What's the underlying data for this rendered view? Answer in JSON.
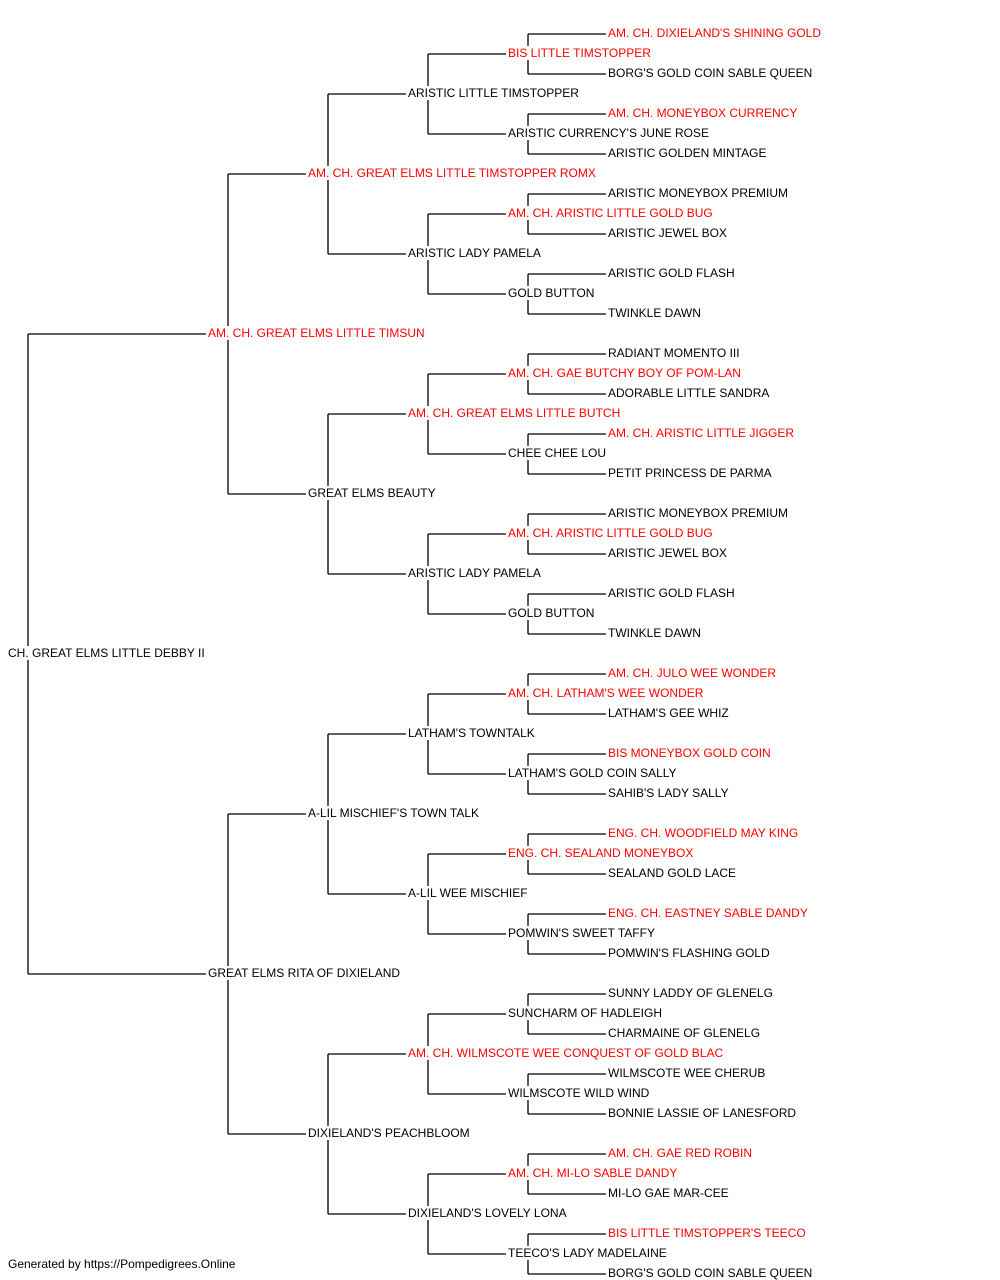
{
  "colors": {
    "champion": "#ff0000",
    "normal": "#000000",
    "line": "#000000"
  },
  "footer": "Generated by https://Pompedigrees.Online",
  "pedigree": [
    {
      "name": "CH. GREAT ELMS LITTLE DEBBY II",
      "champion": false
    },
    {
      "name": "AM. CH. GREAT ELMS LITTLE TIMSUN",
      "champion": true
    },
    {
      "name": "GREAT ELMS RITA OF DIXIELAND",
      "champion": false
    },
    {
      "name": "AM. CH. GREAT ELMS LITTLE TIMSTOPPER ROMX",
      "champion": true
    },
    {
      "name": "GREAT ELMS BEAUTY",
      "champion": false
    },
    {
      "name": "A-LIL MISCHIEF'S TOWN TALK",
      "champion": false
    },
    {
      "name": "DIXIELAND'S PEACHBLOOM",
      "champion": false
    },
    {
      "name": "ARISTIC LITTLE TIMSTOPPER",
      "champion": false
    },
    {
      "name": "ARISTIC LADY PAMELA",
      "champion": false
    },
    {
      "name": "AM. CH. GREAT ELMS LITTLE BUTCH",
      "champion": true
    },
    {
      "name": "ARISTIC LADY PAMELA",
      "champion": false
    },
    {
      "name": "LATHAM'S TOWNTALK",
      "champion": false
    },
    {
      "name": "A-LIL WEE MISCHIEF",
      "champion": false
    },
    {
      "name": "AM. CH. WILMSCOTE WEE CONQUEST OF GOLD BLAC",
      "champion": true
    },
    {
      "name": "DIXIELAND'S LOVELY LONA",
      "champion": false
    },
    {
      "name": "BIS LITTLE TIMSTOPPER",
      "champion": true
    },
    {
      "name": "ARISTIC CURRENCY'S JUNE ROSE",
      "champion": false
    },
    {
      "name": "AM. CH. ARISTIC LITTLE GOLD BUG",
      "champion": true
    },
    {
      "name": "GOLD BUTTON",
      "champion": false
    },
    {
      "name": "AM. CH. GAE BUTCHY BOY OF POM-LAN",
      "champion": true
    },
    {
      "name": "CHEE CHEE LOU",
      "champion": false
    },
    {
      "name": "AM. CH. ARISTIC LITTLE GOLD BUG",
      "champion": true
    },
    {
      "name": "GOLD BUTTON",
      "champion": false
    },
    {
      "name": "AM. CH. LATHAM'S WEE WONDER",
      "champion": true
    },
    {
      "name": "LATHAM'S GOLD COIN SALLY",
      "champion": false
    },
    {
      "name": "ENG. CH. SEALAND MONEYBOX",
      "champion": true
    },
    {
      "name": "POMWIN'S SWEET TAFFY",
      "champion": false
    },
    {
      "name": "SUNCHARM OF HADLEIGH",
      "champion": false
    },
    {
      "name": "WILMSCOTE WILD WIND",
      "champion": false
    },
    {
      "name": "AM. CH. MI-LO SABLE DANDY",
      "champion": true
    },
    {
      "name": "TEECO'S LADY MADELAINE",
      "champion": false
    },
    {
      "name": "AM. CH. DIXIELAND'S SHINING GOLD",
      "champion": true
    },
    {
      "name": "BORG'S GOLD COIN SABLE QUEEN",
      "champion": false
    },
    {
      "name": "AM. CH. MONEYBOX CURRENCY",
      "champion": true
    },
    {
      "name": "ARISTIC GOLDEN MINTAGE",
      "champion": false
    },
    {
      "name": "ARISTIC MONEYBOX PREMIUM",
      "champion": false
    },
    {
      "name": "ARISTIC JEWEL BOX",
      "champion": false
    },
    {
      "name": "ARISTIC GOLD FLASH",
      "champion": false
    },
    {
      "name": "TWINKLE DAWN",
      "champion": false
    },
    {
      "name": "RADIANT MOMENTO III",
      "champion": false
    },
    {
      "name": "ADORABLE LITTLE SANDRA",
      "champion": false
    },
    {
      "name": "AM. CH. ARISTIC LITTLE JIGGER",
      "champion": true
    },
    {
      "name": "PETIT PRINCESS DE PARMA",
      "champion": false
    },
    {
      "name": "ARISTIC MONEYBOX PREMIUM",
      "champion": false
    },
    {
      "name": "ARISTIC JEWEL BOX",
      "champion": false
    },
    {
      "name": "ARISTIC GOLD FLASH",
      "champion": false
    },
    {
      "name": "TWINKLE DAWN",
      "champion": false
    },
    {
      "name": "AM. CH. JULO WEE WONDER",
      "champion": true
    },
    {
      "name": "LATHAM'S GEE WHIZ",
      "champion": false
    },
    {
      "name": "BIS MONEYBOX GOLD COIN",
      "champion": true
    },
    {
      "name": "SAHIB'S LADY SALLY",
      "champion": false
    },
    {
      "name": "ENG. CH. WOODFIELD MAY KING",
      "champion": true
    },
    {
      "name": "SEALAND GOLD LACE",
      "champion": false
    },
    {
      "name": "ENG. CH. EASTNEY SABLE DANDY",
      "champion": true
    },
    {
      "name": "POMWIN'S FLASHING GOLD",
      "champion": false
    },
    {
      "name": "SUNNY LADDY OF GLENELG",
      "champion": false
    },
    {
      "name": "CHARMAINE OF GLENELG",
      "champion": false
    },
    {
      "name": "WILMSCOTE WEE CHERUB",
      "champion": false
    },
    {
      "name": "BONNIE LASSIE OF LANESFORD",
      "champion": false
    },
    {
      "name": "AM. CH. GAE RED ROBIN",
      "champion": true
    },
    {
      "name": "MI-LO GAE MAR-CEE",
      "champion": false
    },
    {
      "name": "BIS LITTLE TIMSTOPPER'S TEECO",
      "champion": true
    },
    {
      "name": "BORG'S GOLD COIN SABLE QUEEN",
      "champion": false
    }
  ]
}
